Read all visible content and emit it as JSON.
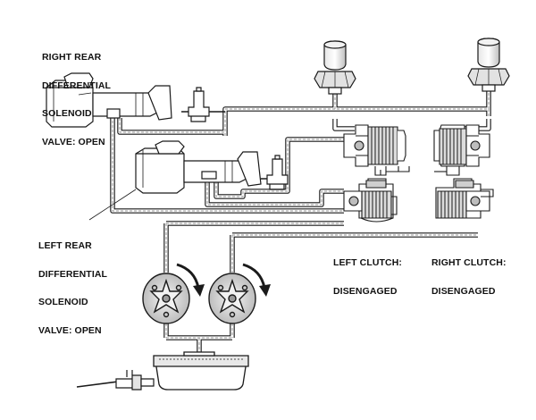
{
  "labels": {
    "right_rear_valve": [
      "RIGHT REAR",
      "DIFFERENTIAL",
      "SOLENOID",
      "VALVE: OPEN"
    ],
    "left_rear_valve": [
      "LEFT REAR",
      "DIFFERENTIAL",
      "SOLENOID",
      "VALVE: OPEN"
    ],
    "left_clutch": [
      "LEFT CLUTCH:",
      "DISENGAGED"
    ],
    "right_clutch": [
      "RIGHT CLUTCH:",
      "DISENGAGED"
    ]
  },
  "colors": {
    "line": "#1a1a1a",
    "fluid_dash": "#9a9a9a",
    "fill": "#ffffff"
  }
}
